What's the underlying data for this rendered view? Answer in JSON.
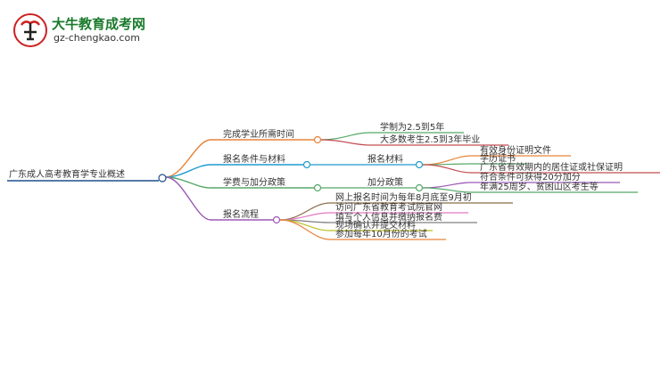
{
  "header": {
    "site_name": "大牛教育成考网",
    "site_url": "gz-chengkao.com"
  },
  "mindmap": {
    "root": "广东成人高考教育学专业概述",
    "branches": [
      {
        "label": "完成学业所需时间",
        "color": "#e8833a",
        "children": [
          {
            "label": "学制为2.5到5年",
            "color": "#55a868"
          },
          {
            "label": "大多数考生2.5到3年毕业",
            "color": "#c44e52"
          }
        ]
      },
      {
        "label": "报名条件与材料",
        "color": "#1f9bcf",
        "children": [
          {
            "label": "报名材料",
            "color": "#1f9bcf",
            "children": [
              {
                "label": "有效身份证明文件",
                "color": "#e8833a"
              },
              {
                "label": "学历证书",
                "color": "#55a868"
              },
              {
                "label": "广东省有效期内的居住证或社保证明",
                "color": "#c44e52"
              }
            ]
          }
        ]
      },
      {
        "label": "学费与加分政策",
        "color": "#55a868",
        "children": [
          {
            "label": "加分政策",
            "color": "#55a868",
            "children": [
              {
                "label": "符合条件可获得20分加分",
                "color": "#9b59b6"
              },
              {
                "label": "年满25周岁、贫困山区考生等",
                "color": "#55a868"
              }
            ]
          }
        ]
      },
      {
        "label": "报名流程",
        "color": "#9b59b6",
        "children": [
          {
            "label": "网上报名时间为每年8月底至9月初",
            "color": "#8c6d46"
          },
          {
            "label": "访问广东省教育考试院官网",
            "color": "#e377c2"
          },
          {
            "label": "填写个人信息并缴纳报名费",
            "color": "#7f7f7f"
          },
          {
            "label": "现场确认并提交材料",
            "color": "#bcbd22"
          },
          {
            "label": "参加每年10月份的考试",
            "color": "#e8833a"
          }
        ]
      }
    ]
  }
}
